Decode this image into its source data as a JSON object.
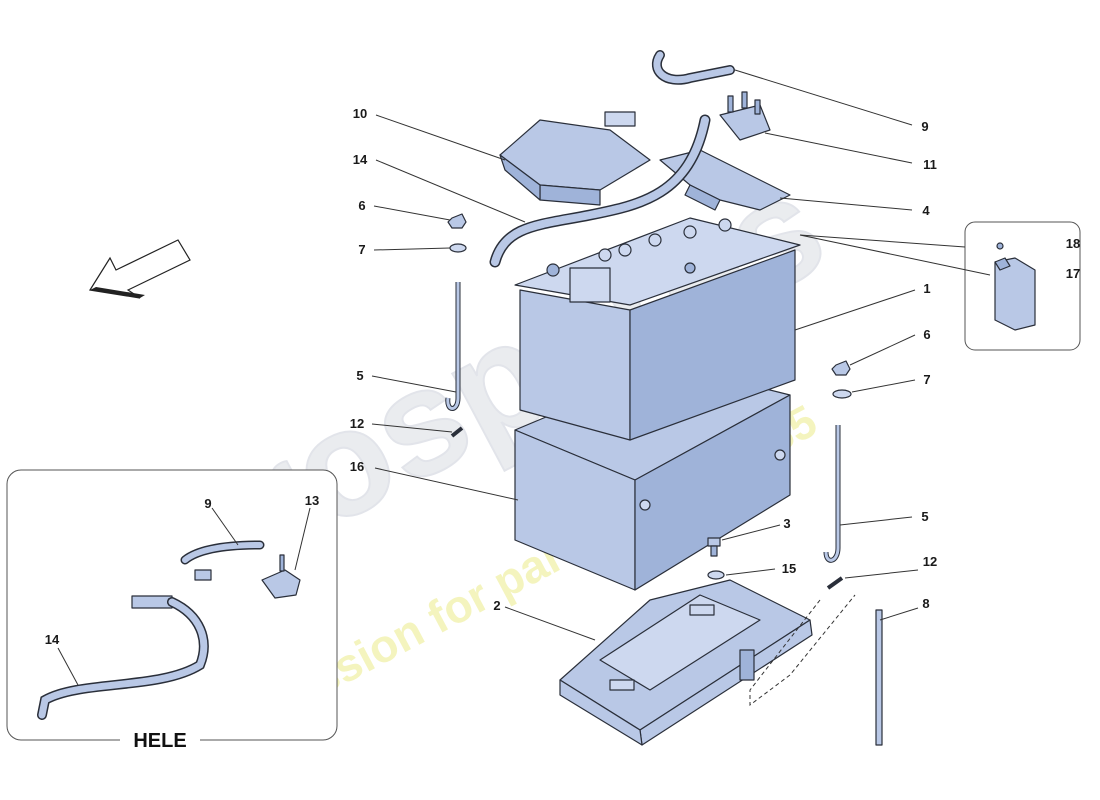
{
  "watermark": {
    "brand": "eurospares",
    "tagline": "a passion for parts since 1985",
    "brand_color": "#e6e8ec",
    "tagline_color": "#f1f1b0"
  },
  "part_colors": {
    "fill": "#b9c8e6",
    "fill_dark": "#9fb3d9",
    "outline": "#2a2f3a"
  },
  "callouts": {
    "c10": "10",
    "c14": "14",
    "c6": "6",
    "c7": "7",
    "c5": "5",
    "c12": "12",
    "c16": "16",
    "c9": "9",
    "c11": "11",
    "c4": "4",
    "c18": "18",
    "c17": "17",
    "c1": "1",
    "c6b": "6",
    "c7b": "7",
    "c5b": "5",
    "c3": "3",
    "c15": "15",
    "c12b": "12",
    "c2": "2",
    "c8": "8"
  },
  "inset_hele": {
    "title": "HELE",
    "callouts": {
      "c9": "9",
      "c13": "13",
      "c14": "14"
    }
  },
  "direction_arrow_icon": "front-direction-arrow-icon"
}
